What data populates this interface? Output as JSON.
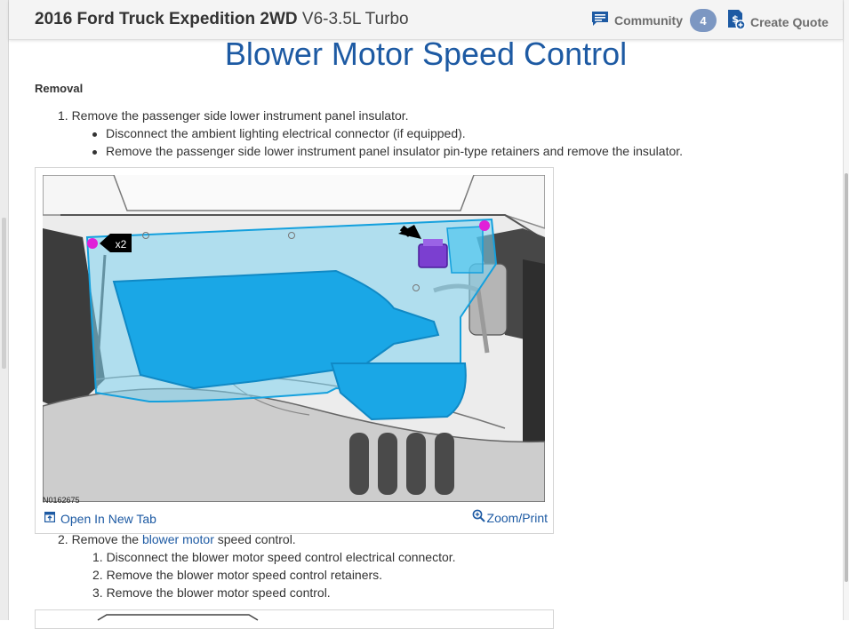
{
  "header": {
    "vehicle": "2016 Ford Truck Expedition 2WD",
    "engine": "V6-3.5L Turbo",
    "community_label": "Community",
    "community_count": "4",
    "quote_label": "Create Quote"
  },
  "page": {
    "title": "Blower Motor Speed Control",
    "section": "Removal"
  },
  "steps": {
    "s1": "1. Remove the passenger side lower instrument panel insulator.",
    "s1_b1": "Disconnect the ambient lighting electrical connector (if equipped).",
    "s1_b2": "Remove the passenger side lower instrument panel insulator pin-type retainers and remove the insulator.",
    "s2_prefix": "2. Remove the ",
    "s2_link": "blower motor",
    "s2_suffix": " speed control.",
    "s2_1": "1. Disconnect the blower motor speed control electrical connector.",
    "s2_2": "2. Remove the blower motor speed control retainers.",
    "s2_3": "3. Remove the blower motor speed control."
  },
  "figure": {
    "id": "N0162675",
    "callout": "x2",
    "open_tab": "Open In New Tab",
    "zoom": "Zoom/Print"
  },
  "icons": {
    "community": "chat-icon",
    "quote": "quote-dollar-icon",
    "open": "open-new-tab-icon",
    "zoom": "zoom-icon"
  },
  "colors": {
    "title_blue": "#1d5aa3",
    "badge": "#7c97c2",
    "insulator_cyan": "#1aa7e6",
    "marker_magenta": "#e020d8"
  }
}
